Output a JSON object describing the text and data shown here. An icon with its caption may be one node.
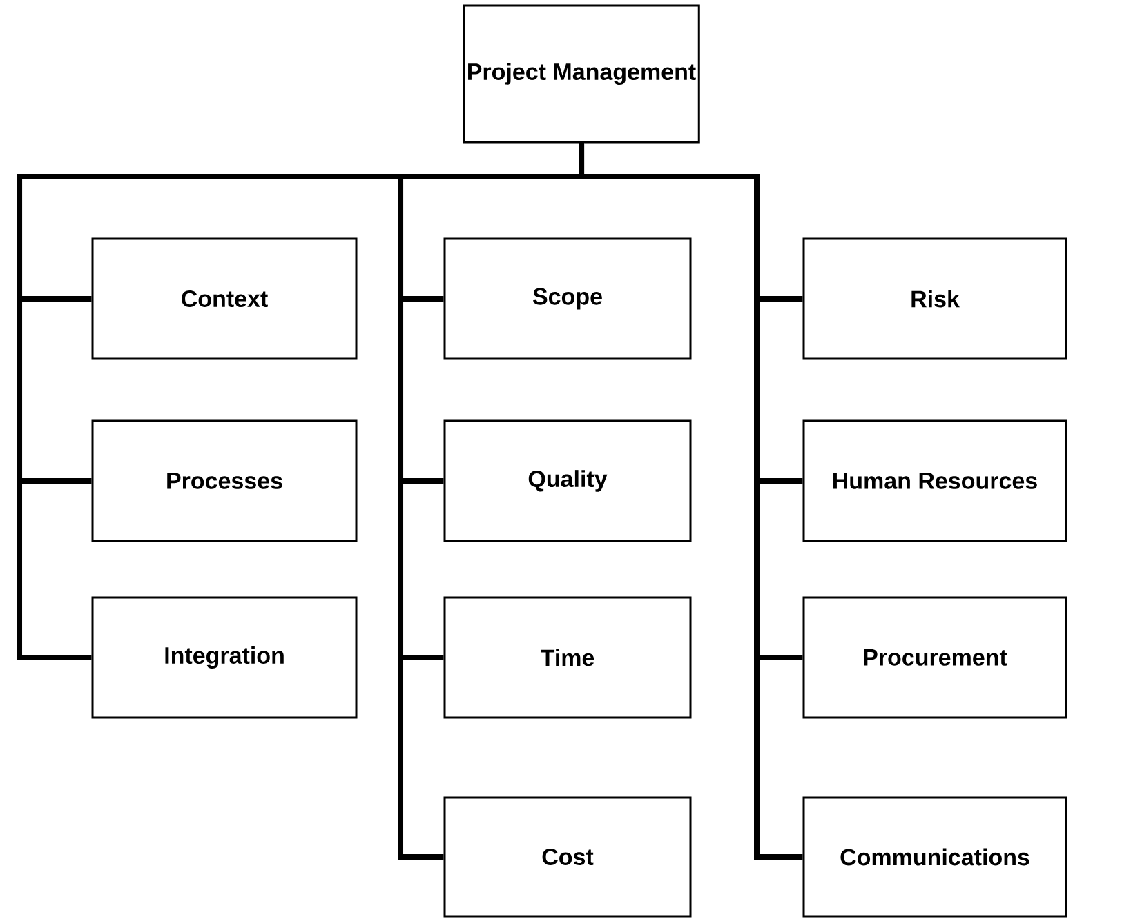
{
  "diagram": {
    "nodes": [
      {
        "text": [
          "Project Management"
        ]
      },
      {
        "text": [
          "Context"
        ]
      },
      {
        "text": [
          "Processes"
        ]
      },
      {
        "text": [
          "Integration"
        ]
      },
      {
        "text": [
          "Scope"
        ]
      },
      {
        "text": [
          "Quality"
        ]
      },
      {
        "text": [
          "Time"
        ]
      },
      {
        "text": [
          "Cost"
        ]
      },
      {
        "text": [
          "Risk"
        ]
      },
      {
        "text": [
          "Human Resources"
        ]
      },
      {
        "text": [
          "Procurement"
        ]
      },
      {
        "text": [
          "Communications"
        ]
      }
    ],
    "edges": [
      {
        "from": 0,
        "to": 1,
        "arrow": "none"
      },
      {
        "from": 0,
        "to": 2,
        "arrow": "none"
      },
      {
        "from": 0,
        "to": 3,
        "arrow": "none"
      },
      {
        "from": 0,
        "to": 4,
        "arrow": "none"
      },
      {
        "from": 0,
        "to": 5,
        "arrow": "none"
      },
      {
        "from": 0,
        "to": 6,
        "arrow": "none"
      },
      {
        "from": 0,
        "to": 7,
        "arrow": "none"
      },
      {
        "from": 0,
        "to": 8,
        "arrow": "none"
      },
      {
        "from": 0,
        "to": 9,
        "arrow": "none"
      },
      {
        "from": 0,
        "to": 10,
        "arrow": "none"
      },
      {
        "from": 0,
        "to": 11,
        "arrow": "none"
      }
    ]
  }
}
